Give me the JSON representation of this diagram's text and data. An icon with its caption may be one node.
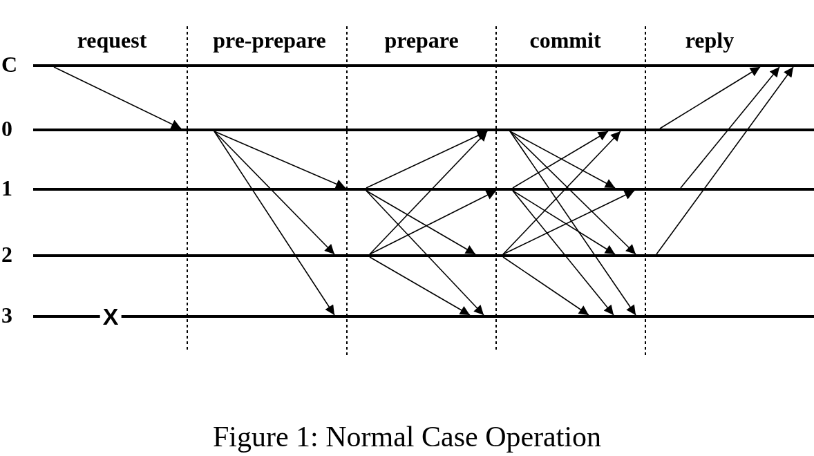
{
  "diagram": {
    "caption": "Figure 1: Normal Case Operation",
    "nodes": [
      {
        "text": [
          "C"
        ]
      },
      {
        "text": [
          "0"
        ]
      },
      {
        "text": [
          "1"
        ]
      },
      {
        "text": [
          "2"
        ]
      },
      {
        "text": [
          "3"
        ]
      }
    ],
    "edges": [
      {
        "from": 0,
        "to": 1,
        "arrow": "to"
      },
      {
        "from": 1,
        "to": 2,
        "arrow": "to"
      },
      {
        "from": 1,
        "to": 3,
        "arrow": "to"
      },
      {
        "from": 1,
        "to": 4,
        "arrow": "to"
      },
      {
        "from": 2,
        "to": 1,
        "arrow": "to"
      },
      {
        "from": 2,
        "to": 3,
        "arrow": "to"
      },
      {
        "from": 2,
        "to": 4,
        "arrow": "to"
      },
      {
        "from": 3,
        "to": 1,
        "arrow": "to"
      },
      {
        "from": 3,
        "to": 2,
        "arrow": "to"
      },
      {
        "from": 3,
        "to": 4,
        "arrow": "to"
      },
      {
        "from": 1,
        "to": 2,
        "arrow": "to"
      },
      {
        "from": 1,
        "to": 3,
        "arrow": "to"
      },
      {
        "from": 1,
        "to": 4,
        "arrow": "to"
      },
      {
        "from": 2,
        "to": 1,
        "arrow": "to"
      },
      {
        "from": 2,
        "to": 3,
        "arrow": "to"
      },
      {
        "from": 2,
        "to": 4,
        "arrow": "to"
      },
      {
        "from": 3,
        "to": 1,
        "arrow": "to"
      },
      {
        "from": 3,
        "to": 2,
        "arrow": "to"
      },
      {
        "from": 3,
        "to": 4,
        "arrow": "to"
      },
      {
        "from": 1,
        "to": 0,
        "arrow": "to"
      },
      {
        "from": 2,
        "to": 0,
        "arrow": "to"
      },
      {
        "from": 3,
        "to": 0,
        "arrow": "to"
      }
    ],
    "labels": [
      "request",
      "pre-prepare",
      "prepare",
      "commit",
      "reply",
      "X"
    ]
  }
}
